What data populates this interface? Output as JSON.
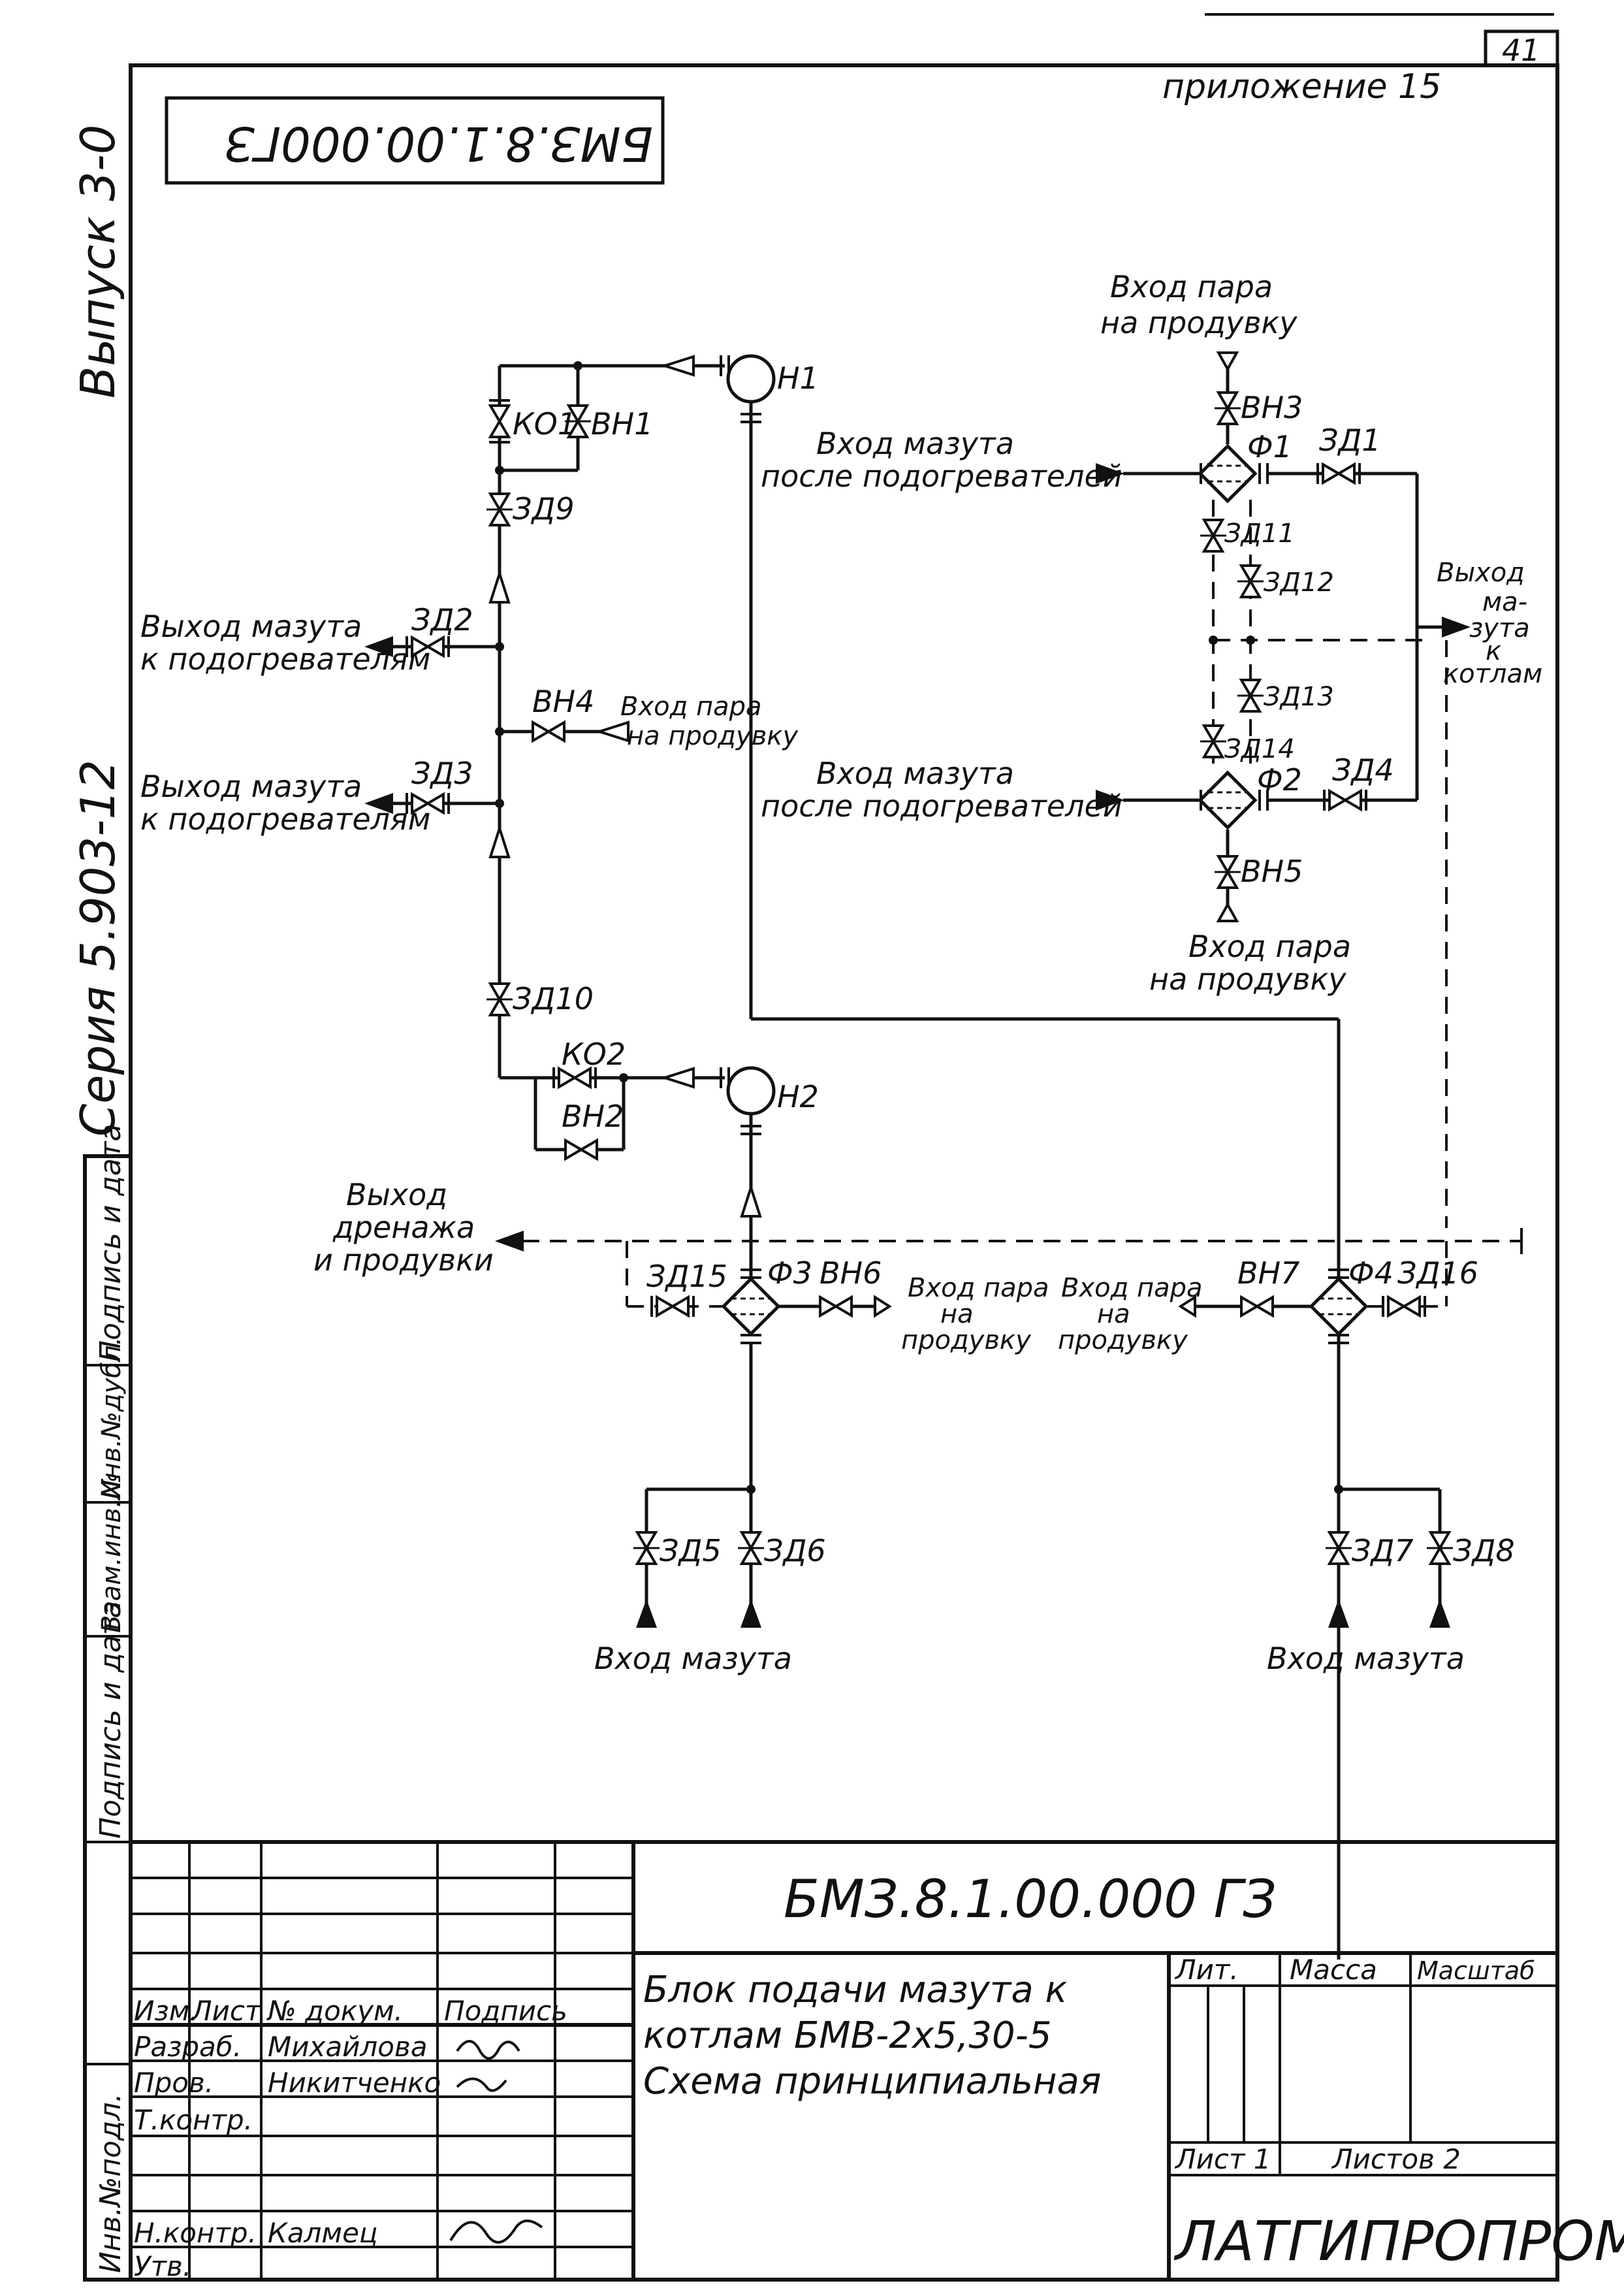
{
  "sheet": {
    "page_number": "41",
    "appendix": "приложение 15",
    "code_rotated": "БМЗ.8.1.00.000ГЗ",
    "series": "Серия 5.903-12",
    "issue": "Выпуск 3-0"
  },
  "side_stamp": [
    "Инв.№подл.",
    "Подпись и дата",
    "Взам.инв.№",
    "Инв.№дубл.",
    "Подпись и дата"
  ],
  "labels": {
    "out_heater_1": [
      "Выход мазута",
      "к подогревателям"
    ],
    "out_heater_2": [
      "Выход мазута",
      "к подогревателям"
    ],
    "steam_purge_vn4": [
      "Вход пара",
      "на продувку"
    ],
    "steam_top": [
      "Вход пара",
      "на продувку"
    ],
    "oil_in_1": [
      "Вход мазута",
      "после подогревателей"
    ],
    "oil_in_2": [
      "Вход мазута",
      "после подогревателей"
    ],
    "oil_out_boilers": [
      "Выход",
      "ма-",
      "зута",
      "к",
      "котлам"
    ],
    "steam_vn5": [
      "Вход пара",
      "на продувку"
    ],
    "drain_out": [
      "Выход",
      "дренажа",
      "и продувки"
    ],
    "steam_vn6": [
      "Вход пара",
      "на",
      "продувку"
    ],
    "steam_vn7": [
      "Вход пара",
      "на",
      "продувку"
    ],
    "oil_in_left": "Вход мазута",
    "oil_in_right": "Вход мазута"
  },
  "tags": {
    "H1": "Н1",
    "H2": "Н2",
    "KO1": "КО1",
    "BH1": "ВН1",
    "ZD9": "ЗД9",
    "ZD2": "ЗД2",
    "BH4": "ВН4",
    "ZD3": "ЗД3",
    "ZD10": "ЗД10",
    "KO2": "КО2",
    "BH2": "ВН2",
    "BH3": "ВН3",
    "F1": "Ф1",
    "ZD1": "ЗД1",
    "ZD11": "ЗД11",
    "ZD12": "ЗД12",
    "ZD13": "ЗД13",
    "ZD14": "ЗД14",
    "F2": "Ф2",
    "ZD4": "ЗД4",
    "BH5": "ВН5",
    "ZD15": "ЗД15",
    "F3": "Ф3",
    "BH6": "ВН6",
    "BH7": "ВН7",
    "F4": "Ф4",
    "ZD16": "ЗД16",
    "ZD5": "ЗД5",
    "ZD6": "ЗД6",
    "ZD7": "ЗД7",
    "ZD8": "ЗД8"
  },
  "title_block": {
    "designation": "БМЗ.8.1.00.000 ГЗ",
    "title_line1": "Блок подачи мазута к",
    "title_line2": "котлам БМВ-2х5,30-5",
    "title_line3": "Схема принципиальная",
    "col_headers": [
      "Изм.",
      "Лист",
      "№ докум.",
      "Подпись"
    ],
    "rows": [
      {
        "role": "Разраб.",
        "name": "Михайлова"
      },
      {
        "role": "Пров.",
        "name": "Никитченко"
      },
      {
        "role": "Т.контр.",
        "name": ""
      },
      {
        "role": "",
        "name": ""
      },
      {
        "role": "Н.контр.",
        "name": "Калмец"
      },
      {
        "role": "Утв.",
        "name": ""
      }
    ],
    "lit": "Лит.",
    "mass": "Масса",
    "scale": "Масштаб",
    "sheet": "Лист 1",
    "sheets": "Листов 2",
    "org": "ЛАТГИПРОПРОМ"
  }
}
